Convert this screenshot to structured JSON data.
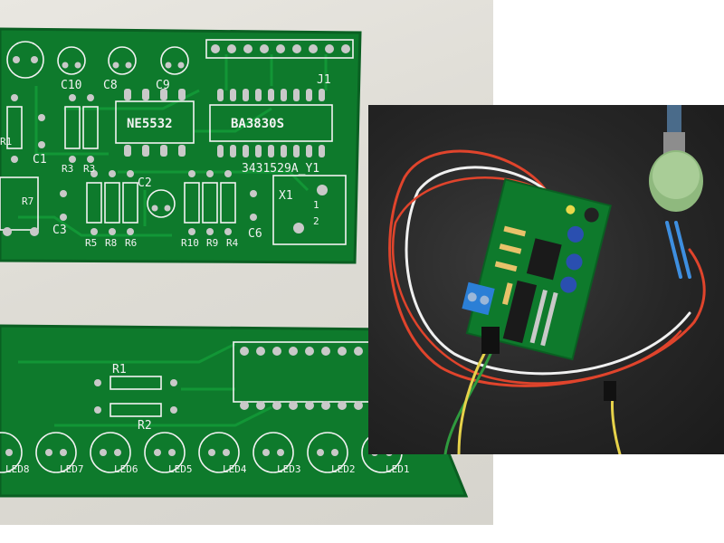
{
  "board_top": {
    "chips": [
      "NE5532",
      "BA3830S"
    ],
    "capacitors": [
      "C10",
      "C8",
      "C9",
      "C1",
      "C2",
      "C3",
      "C6"
    ],
    "resistors": [
      "R1",
      "R3",
      "R3",
      "R5",
      "R8",
      "R6",
      "R7",
      "R10",
      "R9",
      "R4"
    ],
    "connectors": [
      "J1",
      "X1"
    ],
    "part_number": "3431529A_Y1",
    "terminal_pins": [
      "1",
      "2"
    ]
  },
  "board_bottom": {
    "resistors": [
      "R1",
      "R2"
    ],
    "leds": [
      "LED8",
      "LED7",
      "LED6",
      "LED5",
      "LED4",
      "LED3",
      "LED2",
      "LED1"
    ]
  },
  "colors": {
    "pcb_green": "#0e7a2c",
    "silkscreen": "#f2f2f2",
    "pad_silver": "#c9c9c9",
    "wire_red": "#e0442c",
    "wire_white": "#f0f0f0"
  }
}
